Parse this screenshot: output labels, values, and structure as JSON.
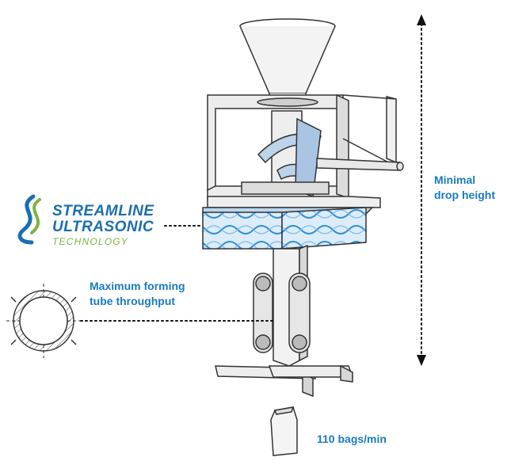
{
  "brand": {
    "line1": "STREAMLINE",
    "line2": "ULTRASONIC",
    "line3": "TECHNOLOGY"
  },
  "labels": {
    "forming_line1": "Maximum forming",
    "forming_line2": "tube throughput",
    "drop_line1": "Minimal",
    "drop_line2": "drop height",
    "rate": "110 bags/min"
  },
  "colors": {
    "accent_blue": "#1a7bbf",
    "brand_blue": "#1a6fb0",
    "brand_green": "#7cb342",
    "outline": "#333333",
    "wave_blue": "#2f8fd6"
  }
}
